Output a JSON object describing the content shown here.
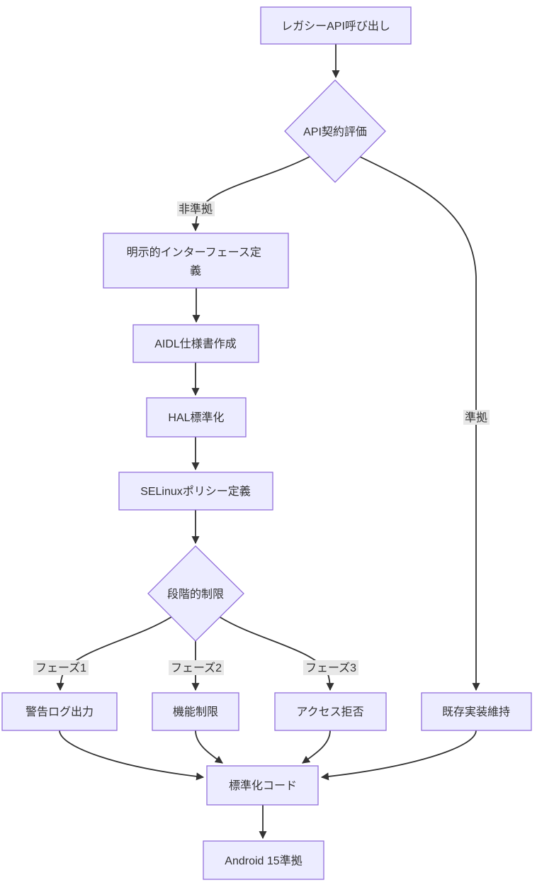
{
  "diagram": {
    "type": "flowchart",
    "direction": "top-down",
    "background": "#ffffff"
  },
  "colors": {
    "node_fill": "#ECECFF",
    "node_border": "#9370DB",
    "edge_line": "#333333",
    "edge_label_bg": "#e8e8e8",
    "text": "#333333"
  },
  "nodes": {
    "legacy_api_call": {
      "label": "レガシーAPI呼び出し",
      "shape": "rect"
    },
    "api_contract_eval": {
      "label": "API契約評価",
      "shape": "diamond"
    },
    "explicit_interface_def": {
      "label": "明示的インターフェース定義",
      "lines": [
        "明示的インターフェース定",
        "義"
      ],
      "shape": "rect"
    },
    "aidl_spec": {
      "label": "AIDL仕様書作成",
      "shape": "rect"
    },
    "hal_standardization": {
      "label": "HAL標準化",
      "shape": "rect"
    },
    "selinux_policy": {
      "label": "SELinuxポリシー定義",
      "shape": "rect"
    },
    "phased_restriction": {
      "label": "段階的制限",
      "shape": "diamond"
    },
    "warning_log_output": {
      "label": "警告ログ出力",
      "shape": "rect"
    },
    "feature_restriction": {
      "label": "機能制限",
      "shape": "rect"
    },
    "access_denial": {
      "label": "アクセス拒否",
      "shape": "rect"
    },
    "existing_impl_maintain": {
      "label": "既存実装維持",
      "shape": "rect"
    },
    "standardized_code": {
      "label": "標準化コード",
      "shape": "rect"
    },
    "android15_compliant": {
      "label": "Android 15準拠",
      "shape": "rect"
    }
  },
  "edge_labels": {
    "non_compliant": "非準拠",
    "compliant": "準拠",
    "phase1": "フェーズ1",
    "phase2": "フェーズ2",
    "phase3": "フェーズ3"
  },
  "edges": [
    {
      "from": "legacy_api_call",
      "to": "api_contract_eval",
      "label": ""
    },
    {
      "from": "api_contract_eval",
      "to": "explicit_interface_def",
      "label": "非準拠"
    },
    {
      "from": "api_contract_eval",
      "to": "existing_impl_maintain",
      "label": "準拠"
    },
    {
      "from": "explicit_interface_def",
      "to": "aidl_spec",
      "label": ""
    },
    {
      "from": "aidl_spec",
      "to": "hal_standardization",
      "label": ""
    },
    {
      "from": "hal_standardization",
      "to": "selinux_policy",
      "label": ""
    },
    {
      "from": "selinux_policy",
      "to": "phased_restriction",
      "label": ""
    },
    {
      "from": "phased_restriction",
      "to": "warning_log_output",
      "label": "フェーズ1"
    },
    {
      "from": "phased_restriction",
      "to": "feature_restriction",
      "label": "フェーズ2"
    },
    {
      "from": "phased_restriction",
      "to": "access_denial",
      "label": "フェーズ3"
    },
    {
      "from": "warning_log_output",
      "to": "standardized_code",
      "label": ""
    },
    {
      "from": "feature_restriction",
      "to": "standardized_code",
      "label": ""
    },
    {
      "from": "access_denial",
      "to": "standardized_code",
      "label": ""
    },
    {
      "from": "existing_impl_maintain",
      "to": "standardized_code",
      "label": ""
    },
    {
      "from": "standardized_code",
      "to": "android15_compliant",
      "label": ""
    }
  ]
}
